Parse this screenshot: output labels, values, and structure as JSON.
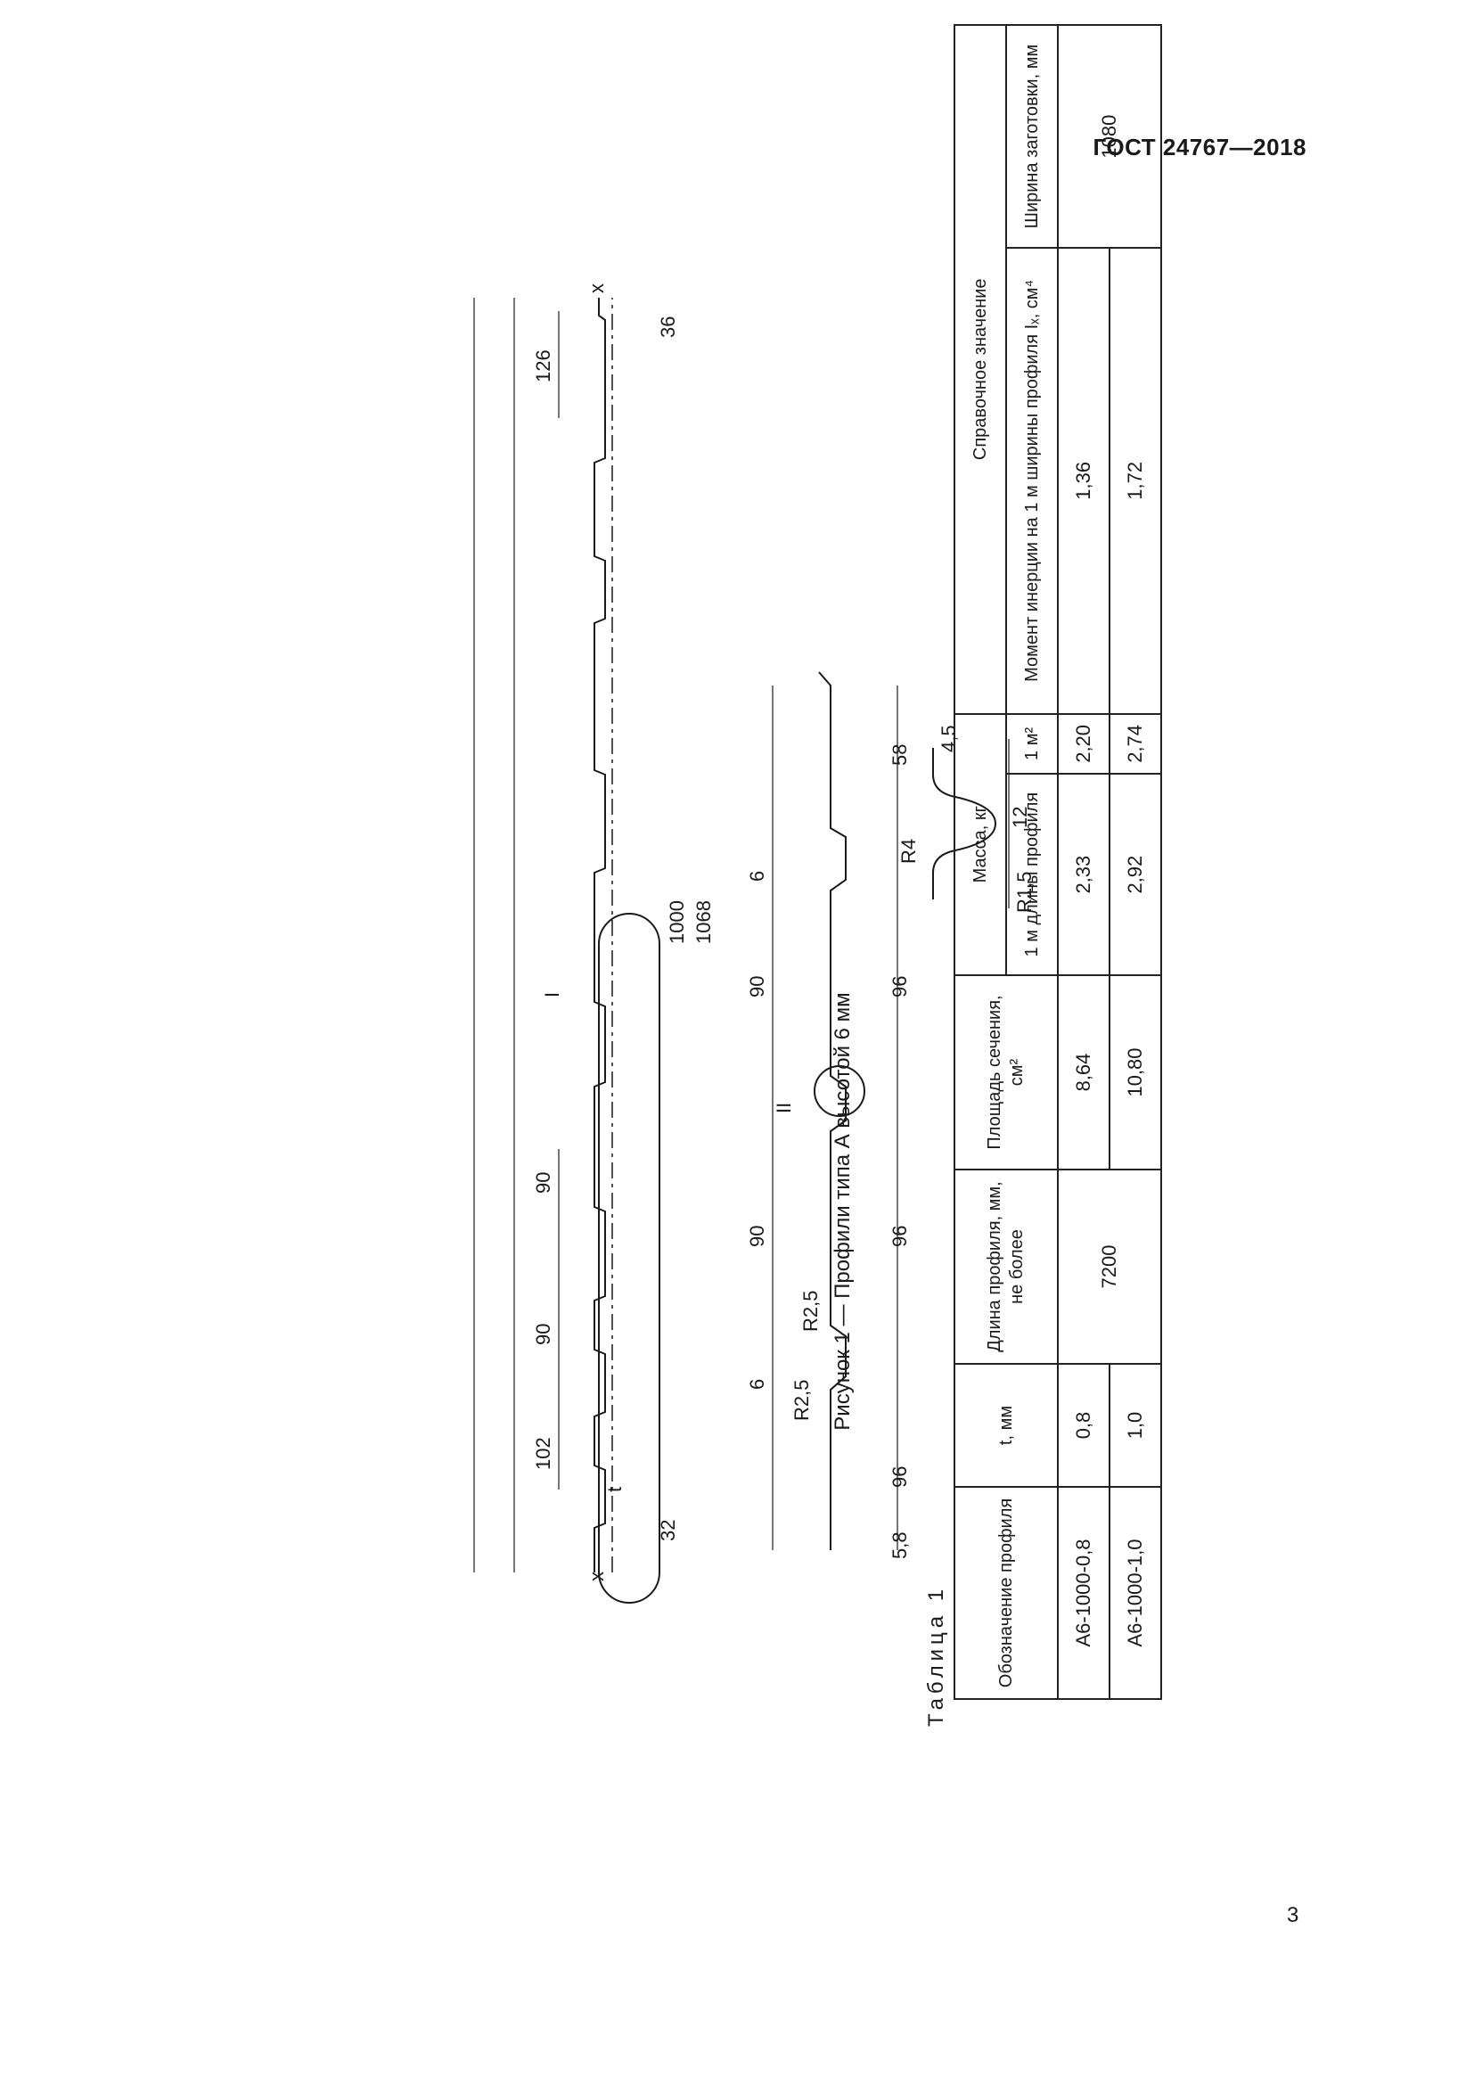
{
  "header": {
    "standard": "ГОСТ 24767—2018"
  },
  "page_number": "3",
  "figure": {
    "caption": "Рисунок 1 — Профили типа А высотой 6 мм",
    "labels": {
      "axis": "x",
      "detail_I": "I",
      "detail_II": "II",
      "t": "t",
      "top_dims": [
        "102",
        "90",
        "90",
        "126"
      ],
      "edge_left": "32",
      "edge_right": "36",
      "width_1000": "1000",
      "width_1068": "1068",
      "section_dims": [
        "5,8",
        "96",
        "96",
        "96",
        "58"
      ],
      "pitch": [
        "90",
        "90"
      ],
      "depth": [
        "6",
        "6"
      ],
      "radius_25a": "R2,5",
      "radius_25b": "R2,5",
      "r4": "R4",
      "r15": "R1,5",
      "d12": "12",
      "d45": "4,5"
    }
  },
  "table": {
    "title": "Таблица 1",
    "headers": {
      "designation": "Обозначение профиля",
      "t": "t, мм",
      "length": "Длина профиля, мм, не более",
      "area": "Площадь сечения, см²",
      "mass": "Масса, кг",
      "mass_1m": "1 м длины профиля",
      "mass_1m2": "1 м²",
      "reference": "Справочное значение",
      "inertia": "Момент инерции на 1 м ширины профиля Iₓ, см⁴",
      "blank_width": "Ширина заготовки, мм"
    },
    "rows": [
      {
        "designation": "А6-1000-0,8",
        "t": "0,8",
        "area": "8,64",
        "mass_1m": "2,33",
        "mass_1m2": "2,20",
        "inertia": "1,36"
      },
      {
        "designation": "А6-1000-1,0",
        "t": "1,0",
        "area": "10,80",
        "mass_1m": "2,92",
        "mass_1m2": "2,74",
        "inertia": "1,72"
      }
    ],
    "shared": {
      "length": "7200",
      "blank_width": "1080"
    }
  }
}
